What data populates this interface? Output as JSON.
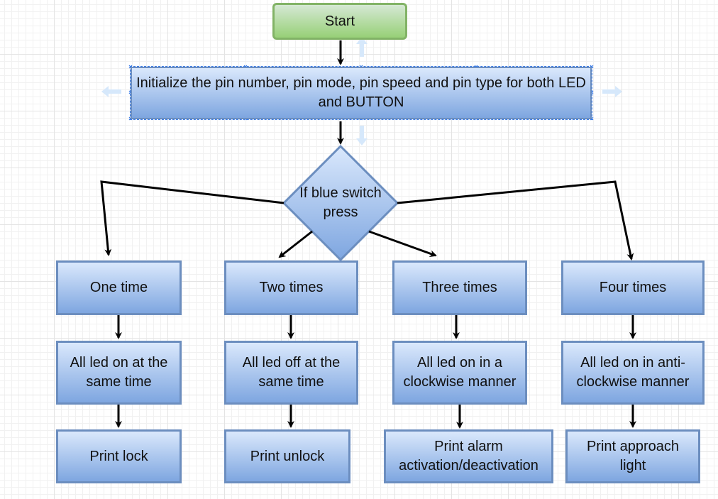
{
  "nodes": {
    "start": "Start",
    "init": "Initialize the pin number, pin mode, pin speed and pin type for both LED and BUTTON",
    "decision": "If blue switch press",
    "one_time": "One time",
    "two_times": "Two times",
    "three_times": "Three times",
    "four_times": "Four times",
    "all_on_same": "All led on at the same time",
    "all_off_same": "All led off at the same time",
    "all_on_clockwise": "All led on in a clockwise manner",
    "all_on_anticlockwise": "All led on in anti-clockwise manner",
    "print_lock": "Print lock",
    "print_unlock": "Print unlock",
    "print_alarm": "Print alarm activation/deactivation",
    "print_approach": "Print approach light"
  },
  "colors": {
    "process_fill_top": "#dae8fc",
    "process_fill_bottom": "#7ea6e0",
    "process_stroke": "#6c8ebf",
    "start_fill_top": "#d5e8d4",
    "start_fill_bottom": "#97d077",
    "start_stroke": "#82b366",
    "edge": "#000000",
    "selection": "#3d7ee8"
  },
  "selected_node": "init"
}
